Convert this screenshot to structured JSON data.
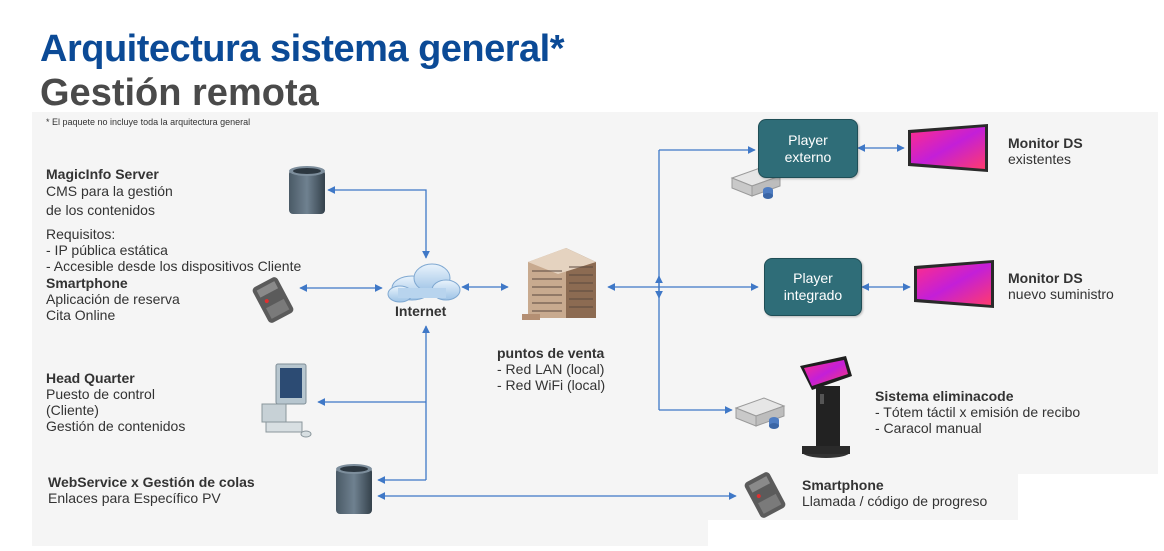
{
  "header": {
    "title": "Arquitectura sistema general*",
    "subtitle": "Gestión remota",
    "note": "* El paquete no incluye toda la arquitectura general"
  },
  "nodes": {
    "magicinfo": {
      "name": "MagicInfo Server",
      "lines": [
        "CMS para la gestión",
        "de los contenidos"
      ],
      "requirements_title": "Requisitos:",
      "requirements": [
        "- IP pública estática",
        "- Accesible desde los dispositivos Cliente"
      ]
    },
    "smartphone_left": {
      "name": "Smartphone",
      "lines": [
        "Aplicación de reserva",
        "Cita Online"
      ]
    },
    "head_quarter": {
      "name": "Head Quarter",
      "lines": [
        "Puesto de control",
        "(Cliente)",
        "Gestión de contenidos"
      ]
    },
    "webservice": {
      "name": "WebService x Gestión de colas",
      "lines": [
        "Enlaces para Específico PV"
      ]
    },
    "internet": {
      "name": "Internet"
    },
    "puntos_venta": {
      "name": "puntos de venta",
      "lines": [
        "- Red LAN (local)",
        "- Red WiFi (local)"
      ]
    },
    "player_externo": {
      "label_line1": "Player",
      "label_line2": "externo"
    },
    "player_integrado": {
      "label_line1": "Player",
      "label_line2": "integrado"
    },
    "monitor_existentes": {
      "name": "Monitor DS",
      "lines": [
        "existentes"
      ]
    },
    "monitor_nuevo": {
      "name": "Monitor DS",
      "lines": [
        "nuevo suministro"
      ]
    },
    "sistema_eliminacode": {
      "name": "Sistema eliminacode",
      "lines": [
        "- Tótem táctil x emisión de recibo",
        "- Caracol manual"
      ]
    },
    "smartphone_right": {
      "name": "Smartphone",
      "lines": [
        "Llamada / código de progreso"
      ]
    }
  },
  "colors": {
    "title": "#0b4a96",
    "subtitle": "#4a4a4a",
    "connector": "#3f78c7",
    "player_box": "#2f6d78",
    "panel": "#f5f5f5"
  }
}
